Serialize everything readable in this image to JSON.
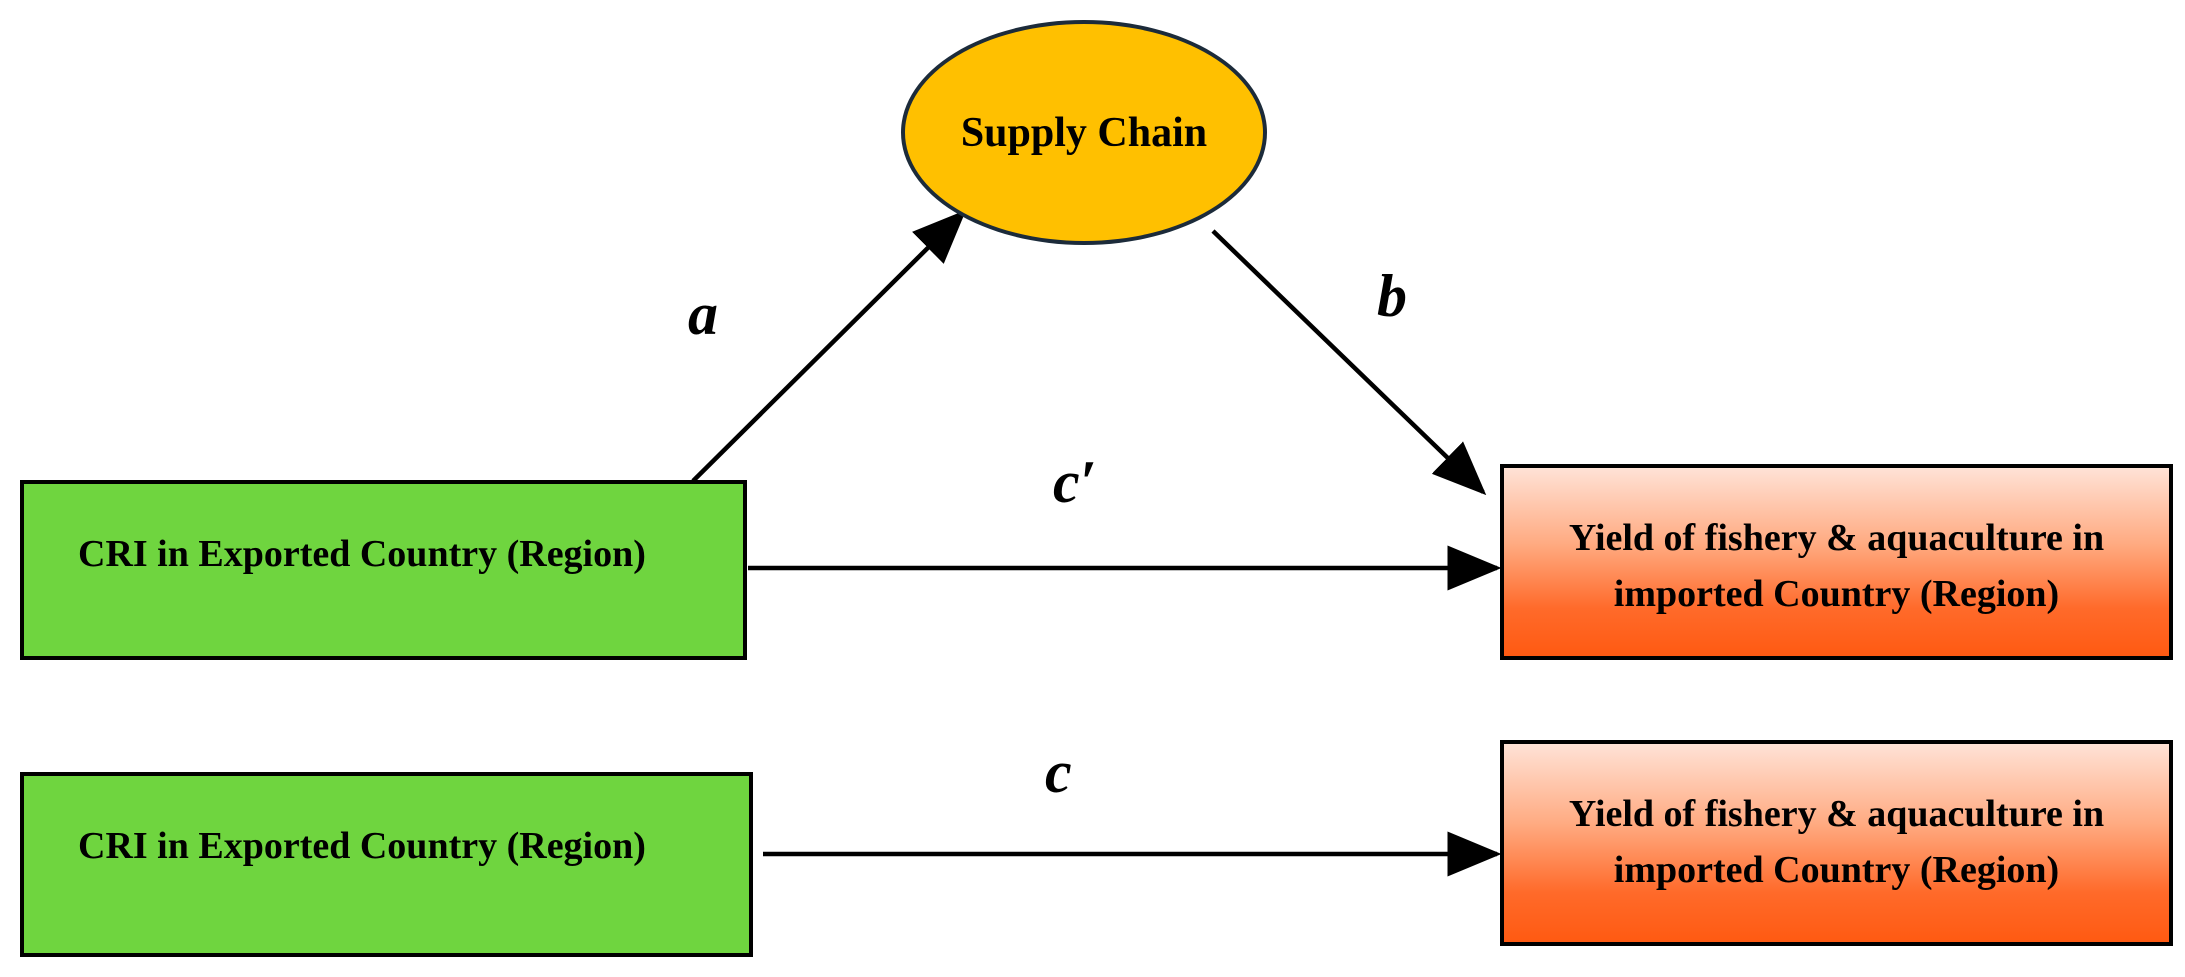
{
  "mediator": {
    "label": "Supply Chain",
    "fill": "#ffc000"
  },
  "top_model": {
    "predictor": "CRI in Exported Country (Region)",
    "outcome": "Yield of fishery & aquaculture in imported Country (Region)",
    "path_a": "a",
    "path_b": "b",
    "path_direct": "c′"
  },
  "bottom_model": {
    "predictor": "CRI in Exported Country (Region)",
    "outcome": "Yield of fishery & aquaculture in imported Country (Region)",
    "path_total": "c"
  },
  "colors": {
    "predictor_fill": "#6fd53f",
    "outcome_fill": "#ff6a2a",
    "arrow": "#000000"
  }
}
